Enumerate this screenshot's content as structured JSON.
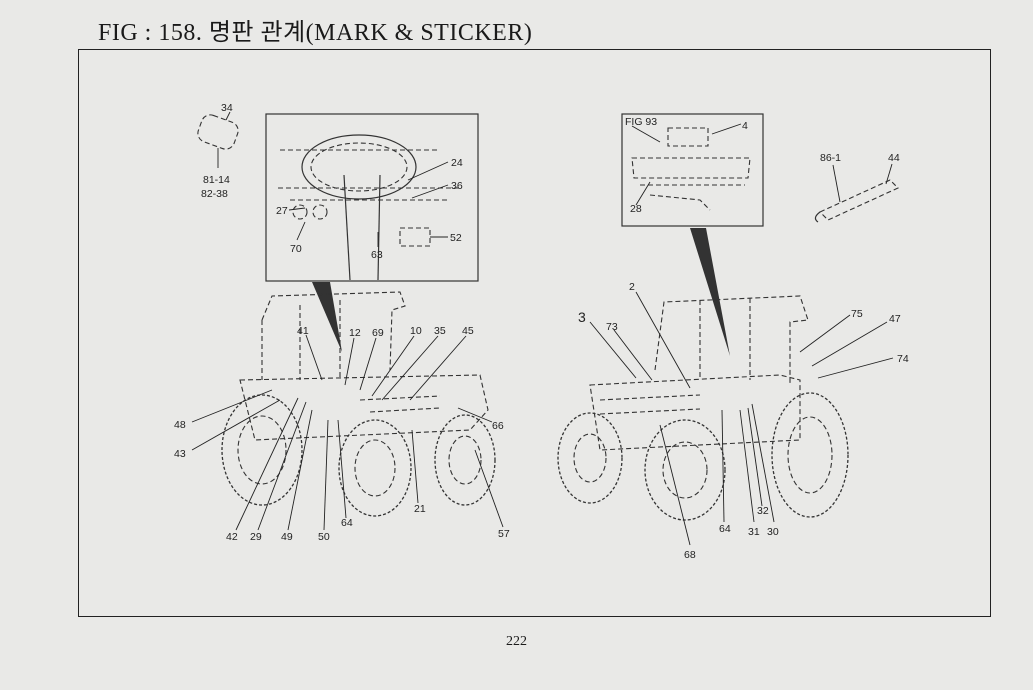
{
  "title": "FIG : 158. 명판 관계(MARK & STICKER)",
  "page_number": "222",
  "inset_left": {
    "callouts": [
      "24",
      "36",
      "27",
      "70",
      "63",
      "52"
    ]
  },
  "inset_right": {
    "fig_ref": "FIG 93",
    "callouts": [
      "4",
      "28"
    ]
  },
  "sticker_small": {
    "callouts": [
      "34",
      "81-14",
      "82-38"
    ]
  },
  "sticker_strip": {
    "callouts": [
      "86-1",
      "44"
    ]
  },
  "tractor_left": {
    "callouts": [
      "41",
      "12",
      "69",
      "10",
      "35",
      "45",
      "48",
      "43",
      "66",
      "21",
      "57",
      "42",
      "29",
      "49",
      "50",
      "64"
    ]
  },
  "tractor_right": {
    "callouts": [
      "2",
      "3",
      "73",
      "75",
      "47",
      "74",
      "64",
      "31",
      "30",
      "32",
      "68"
    ]
  }
}
